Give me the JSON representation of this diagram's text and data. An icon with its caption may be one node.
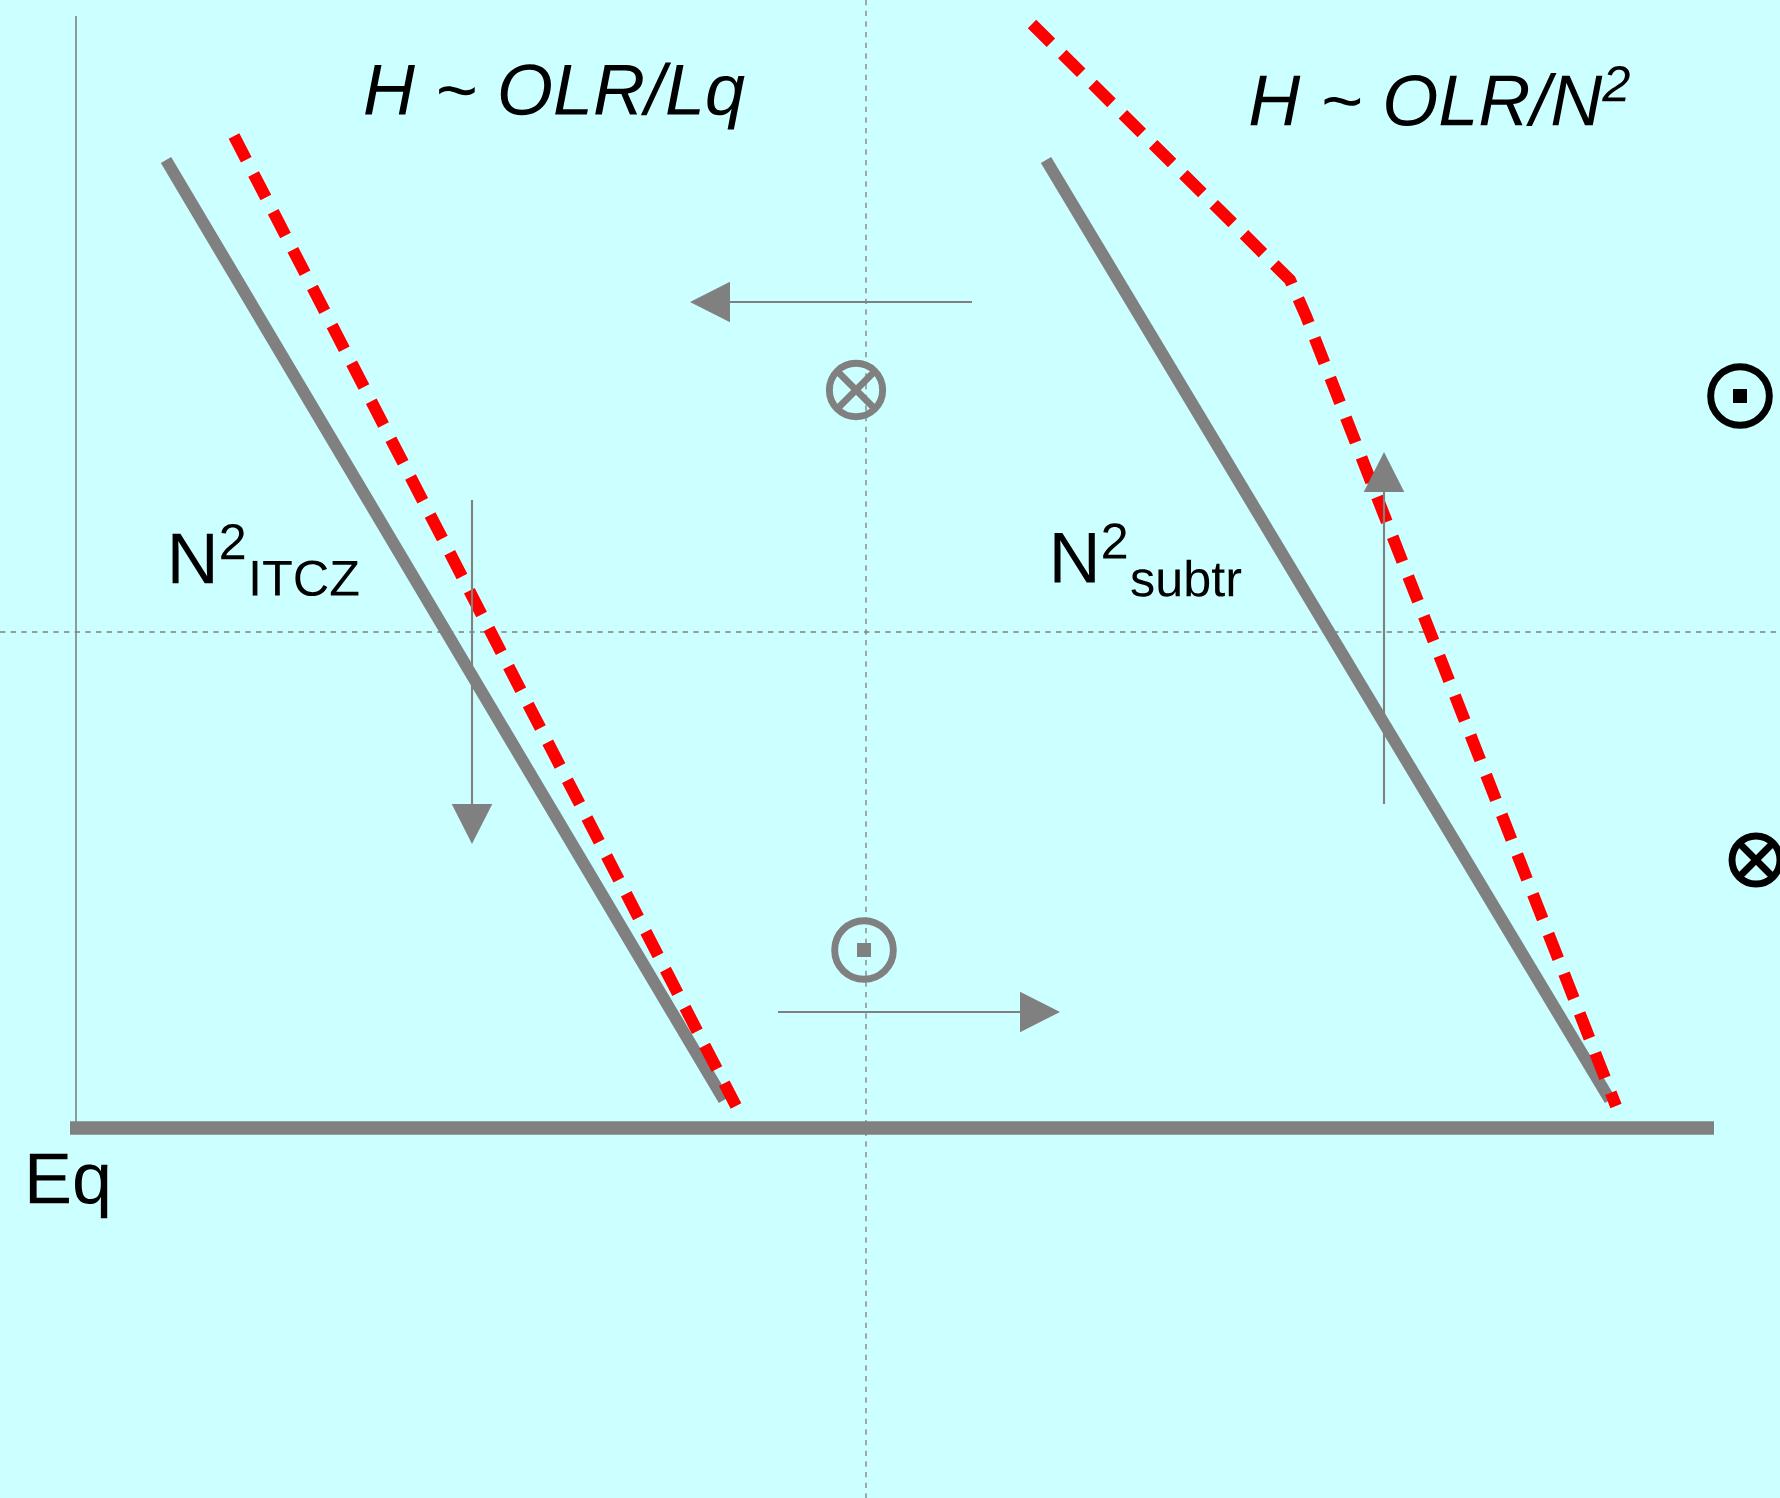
{
  "diagram": {
    "labels": [
      "H ~ OLR/Lq",
      "H ~ OLR/N$^{2}$",
      "N$^{2}$$_{ITCZ}$",
      "N$^{2}$$_{subtr}$",
      "Eq"
    ]
  }
}
